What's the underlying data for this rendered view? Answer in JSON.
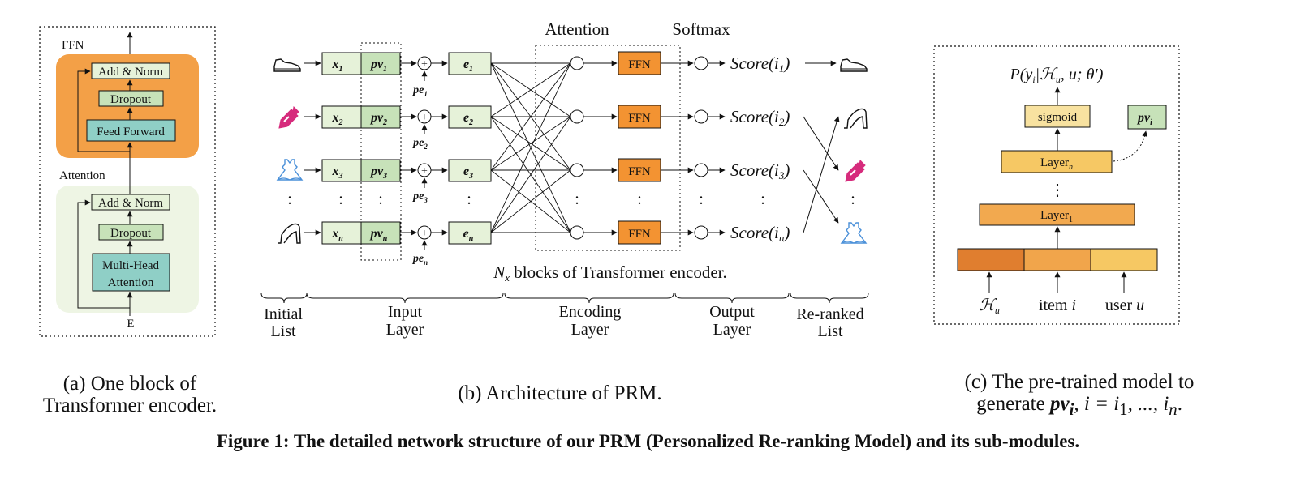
{
  "panel_a": {
    "ffn_label": "FFN",
    "attention_label": "Attention",
    "add_norm_1": "Add & Norm",
    "dropout_1": "Dropout",
    "feed_forward": "Feed Forward",
    "add_norm_2": "Add & Norm",
    "dropout_2": "Dropout",
    "multi_head_1": "Multi-Head",
    "multi_head_2": "Attention",
    "input_label": "E",
    "caption_line1": "(a) One block of",
    "caption_line2": "Transformer encoder."
  },
  "panel_b": {
    "attention_title": "Attention",
    "softmax_title": "Softmax",
    "rows": [
      {
        "x": "x",
        "pv": "pv",
        "pe": "pe",
        "e": "e",
        "sub": "1",
        "ffn": "FFN",
        "score": "Score(i",
        "score_sub": "1",
        "score_close": ")"
      },
      {
        "x": "x",
        "pv": "pv",
        "pe": "pe",
        "e": "e",
        "sub": "2",
        "ffn": "FFN",
        "score": "Score(i",
        "score_sub": "2",
        "score_close": ")"
      },
      {
        "x": "x",
        "pv": "pv",
        "pe": "pe",
        "e": "e",
        "sub": "3",
        "ffn": "FFN",
        "score": "Score(i",
        "score_sub": "3",
        "score_close": ")"
      },
      {
        "x": "x",
        "pv": "pv",
        "pe": "pe",
        "e": "e",
        "sub": "n",
        "ffn": "FFN",
        "score": "Score(i",
        "score_sub": "n",
        "score_close": ")"
      }
    ],
    "ellipsis": ":",
    "nx_text": "N",
    "nx_sub": "x",
    "nx_rest": " blocks of Transformer encoder.",
    "sections": [
      {
        "line1": "Initial",
        "line2": "List"
      },
      {
        "line1": "Input",
        "line2": "Layer"
      },
      {
        "line1": "Encoding",
        "line2": "Layer"
      },
      {
        "line1": "Output",
        "line2": "Layer"
      },
      {
        "line1": "Re-ranked",
        "line2": "List"
      }
    ],
    "caption": "(b) Architecture of PRM."
  },
  "panel_c": {
    "prob_text": "P(y",
    "prob_sub": "i",
    "prob_rest": "|ℋ",
    "prob_sub2": "u",
    "prob_tail": ", u; θ′)",
    "sigmoid": "sigmoid",
    "pv_text": "pv",
    "pv_sub": "i",
    "layer_n": "Layer",
    "layer_n_sub": "n",
    "layer_1": "Layer",
    "layer_1_sub": "1",
    "dots": "⋮",
    "hu": "ℋ",
    "hu_sub": "u",
    "item_label": "item ",
    "item_var": "i",
    "user_label": "user ",
    "user_var": "u",
    "caption_line1": "(c) The pre-trained model to",
    "caption_line2_pre": "generate ",
    "caption_line2_pv": "pv",
    "caption_line2_sub": "i",
    "caption_line2_post": ", i = i",
    "caption_line2_s1": "1",
    "caption_line2_mid": ", ..., i",
    "caption_line2_sn": "n",
    "caption_line2_end": "."
  },
  "figure_caption": "Figure 1: The detailed network structure of our PRM (Personalized Re-ranking Model) and its sub-modules.",
  "colors": {
    "orange_panel": "#f3a047",
    "green_panel": "#eef5e4",
    "light_green_box": "#e6f2d9",
    "mid_green_box": "#c7e2b9",
    "teal_box": "#8fcfc6",
    "ffn_orange": "#f39332",
    "layer_orange": "#f2a94f",
    "layer_light": "#f6c864",
    "sigmoid_yellow": "#f8e2a0",
    "seg_dark": "#e07e2f",
    "seg_mid": "#f1a54b",
    "seg_light": "#f6c863",
    "pink": "#d62b7c",
    "blue": "#4a90d9"
  }
}
